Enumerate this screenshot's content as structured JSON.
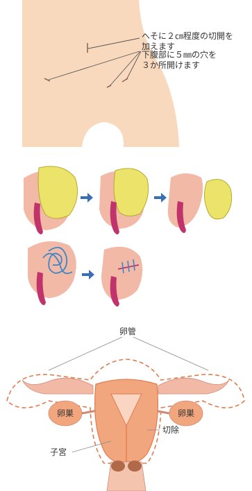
{
  "incision_panel": {
    "navel_note_line1": "へそに２㎝程度の切開を",
    "navel_note_line2": "加えます",
    "lower_note_line1": "下腹部に５㎜の穴を",
    "lower_note_line2": "３か所開けます",
    "skin_color": "#F9D9BE"
  },
  "procedure_panel": {
    "arrow_color": "#3A6FB5",
    "tumor_color": "#EBE36A",
    "ovary_color": "#F2B9A6",
    "tube_color": "#C0336B",
    "suture_color": "#3B86C8"
  },
  "anatomy_panel": {
    "label_tube": "卵管",
    "label_ovary_left": "卵巣",
    "label_ovary_right": "卵巣",
    "label_uterus": "子宮",
    "label_excision": "切除",
    "uterus_color": "#F2A67E",
    "cut_line_color": "#E07B4E"
  }
}
